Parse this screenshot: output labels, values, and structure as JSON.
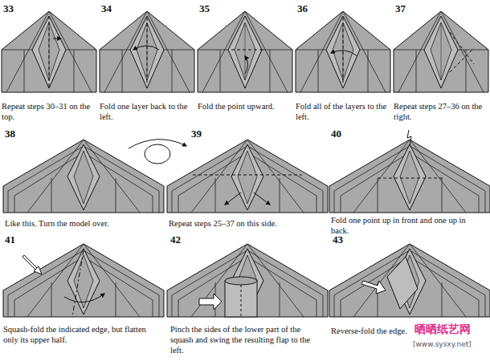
{
  "diagram": {
    "labels": [
      "33",
      "Repeat steps 30–31 on the top.",
      "34",
      "Fold one layer back to the left.",
      "35",
      "Fold the point upward.",
      "36",
      "Fold all of the layers to the left.",
      "37",
      "Repeat steps 27–36 on the right.",
      "38",
      "Like this. Turn the model over.",
      "39",
      "Repeat steps 25–37 on this side.",
      "40",
      "Fold one point up in front and one up in back.",
      "41",
      "Squash-fold the indicated edge, but flatten only its upper half.",
      "42",
      "Pinch the sides of the lower part of the squash and swing the resulting flap to the left.",
      "43",
      "Reverse-fold the edge.",
      "晒晒纸艺网",
      "[www.sysxy.net]"
    ]
  }
}
